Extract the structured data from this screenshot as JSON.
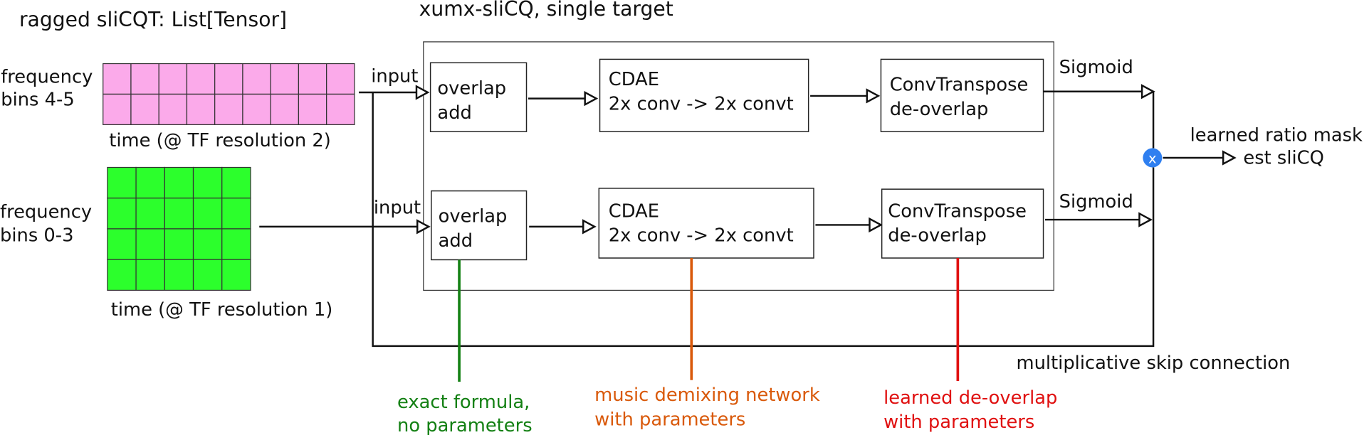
{
  "titles": {
    "left": "ragged sliCQT: List[Tensor]",
    "model": "xumx-sliCQ, single target"
  },
  "inputs": {
    "upper": {
      "freq_line1": "frequency",
      "freq_line2": "bins 4-5",
      "time_label": "time (@ TF resolution 2)",
      "color": "#fbaaea",
      "rows": 2,
      "cols": 9
    },
    "lower": {
      "freq_line1": "frequency",
      "freq_line2": "bins 0-3",
      "time_label": "time (@ TF resolution 1)",
      "color": "#2cff2c",
      "rows": 4,
      "cols": 5
    },
    "input_label": "input"
  },
  "blocks": {
    "overlap_add": {
      "line1": "overlap",
      "line2": "add"
    },
    "cdae": {
      "line1": "CDAE",
      "line2": "2x conv -> 2x convt"
    },
    "deoverlap": {
      "line1": "ConvTranspose",
      "line2": "de-overlap"
    },
    "sigmoid": "Sigmoid"
  },
  "output": {
    "multiply_symbol": "x",
    "line1": "learned ratio mask",
    "line2": "est sliCQ",
    "multiply_color": "#2f7ff0"
  },
  "skip_label": "multiplicative skip connection",
  "annotations": [
    {
      "line1": "exact formula,",
      "line2": "no parameters",
      "color": "#138013"
    },
    {
      "line1": "music demixing network",
      "line2": "with parameters",
      "color": "#d9590a"
    },
    {
      "line1": "learned de-overlap",
      "line2": "with parameters",
      "color": "#e01010"
    }
  ]
}
